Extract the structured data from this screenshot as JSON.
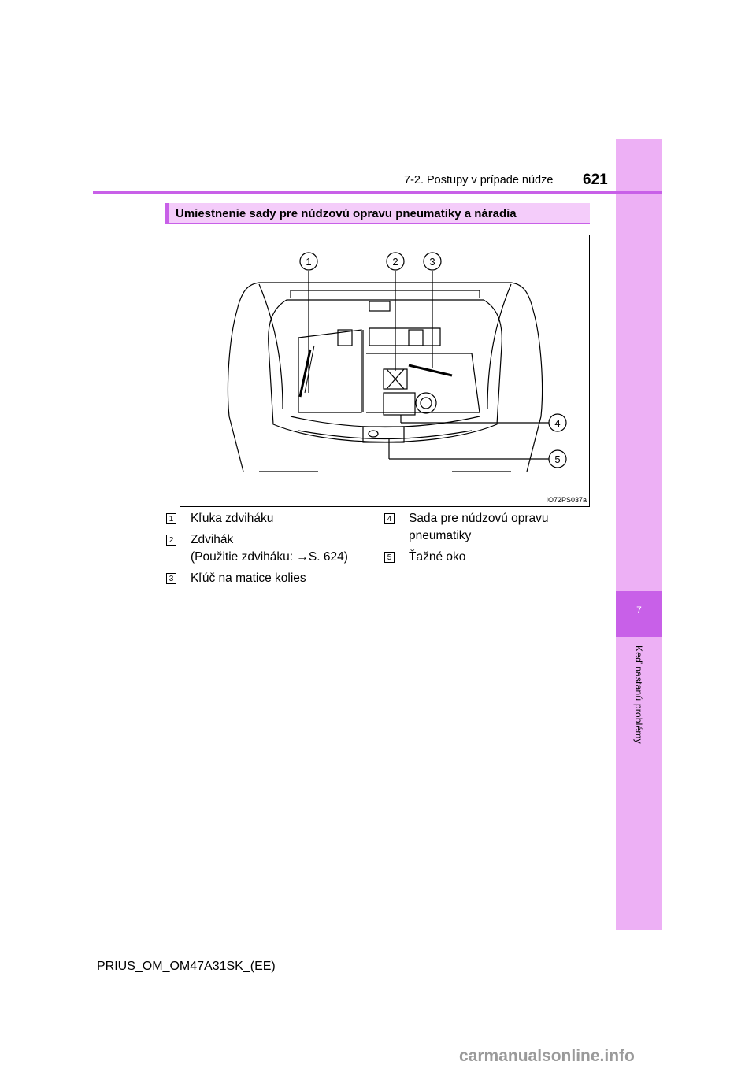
{
  "header": {
    "section": "7-2. Postupy v prípade núdze",
    "page_number": "621"
  },
  "side_tab": {
    "chapter_number": "7",
    "chapter_title": "Keď nastanú problémy"
  },
  "section": {
    "title": "Umiestnenie sady pre núdzovú opravu pneumatiky a náradia"
  },
  "figure": {
    "code": "IO72PS037a",
    "callouts": [
      "1",
      "2",
      "3",
      "4",
      "5"
    ]
  },
  "items": [
    {
      "num": "1",
      "lines": [
        "Kľuka zdviháku"
      ]
    },
    {
      "num": "2",
      "lines": [
        "Zdvihák",
        "(Použitie zdviháku: →S. 624)"
      ]
    },
    {
      "num": "3",
      "lines": [
        "Kľúč na matice kolies"
      ]
    },
    {
      "num": "4",
      "lines": [
        "Sada pre núdzovú opravu",
        "pneumatiky"
      ]
    },
    {
      "num": "5",
      "lines": [
        "Ťažné oko"
      ]
    }
  ],
  "footer": "PRIUS_OM_OM47A31SK_(EE)",
  "watermark": "carmanualsonline.info",
  "colors": {
    "accent": "#c860e8",
    "tab": "#edb0f5",
    "section_bg": "#f4ccfa"
  }
}
